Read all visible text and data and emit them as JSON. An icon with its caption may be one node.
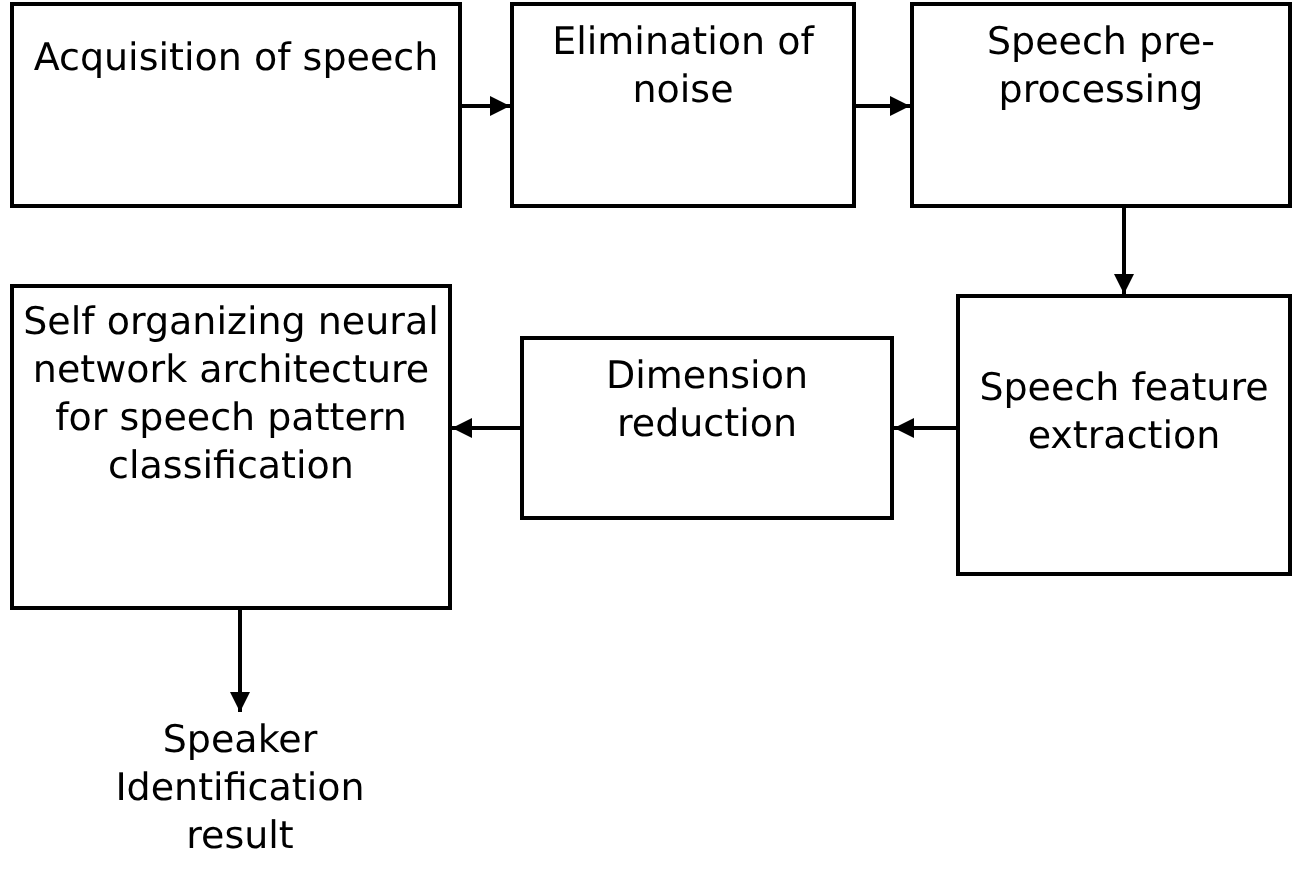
{
  "diagram": {
    "nodes": [
      {
        "text": [
          "Acquisition of speech"
        ]
      },
      {
        "text": [
          "Elimination of noise"
        ]
      },
      {
        "text": [
          "Speech pre-processing"
        ]
      },
      {
        "text": [
          "Speech feature extraction"
        ]
      },
      {
        "text": [
          "Dimension reduction"
        ]
      },
      {
        "text": [
          "Self organizing neural network architecture for speech pattern classification"
        ]
      },
      {
        "text": [
          "Speaker Identification result"
        ]
      }
    ],
    "edges": [
      {
        "from": 0,
        "to": 1,
        "arrow": "to"
      },
      {
        "from": 1,
        "to": 2,
        "arrow": "to"
      },
      {
        "from": 2,
        "to": 3,
        "arrow": "to"
      },
      {
        "from": 3,
        "to": 4,
        "arrow": "to"
      },
      {
        "from": 4,
        "to": 5,
        "arrow": "to"
      },
      {
        "from": 5,
        "to": 6,
        "arrow": "to"
      }
    ]
  }
}
